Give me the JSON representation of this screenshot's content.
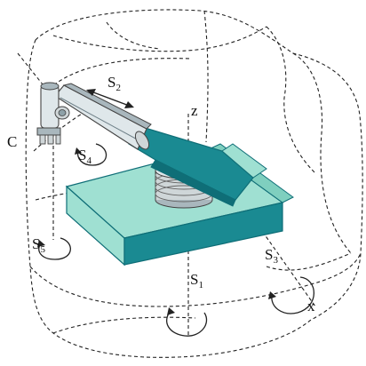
{
  "labels": {
    "c": "C",
    "x": "x",
    "z": "z",
    "s1": {
      "letter": "S",
      "index": "1"
    },
    "s2": {
      "letter": "S",
      "index": "2"
    },
    "s3": {
      "letter": "S",
      "index": "3"
    },
    "s4": {
      "letter": "S",
      "index": "4"
    },
    "s5": {
      "letter": "S",
      "index": "5"
    }
  },
  "colors": {
    "teal_top": "#9fe0d2",
    "teal_side": "#1a8a92",
    "teal_dark": "#0f6e77",
    "arm_light": "#dfe7ea",
    "arm_mid": "#a9b7bd",
    "arm_dark": "#6f8088",
    "disc": "#cfd6d8",
    "line": "#222222"
  }
}
